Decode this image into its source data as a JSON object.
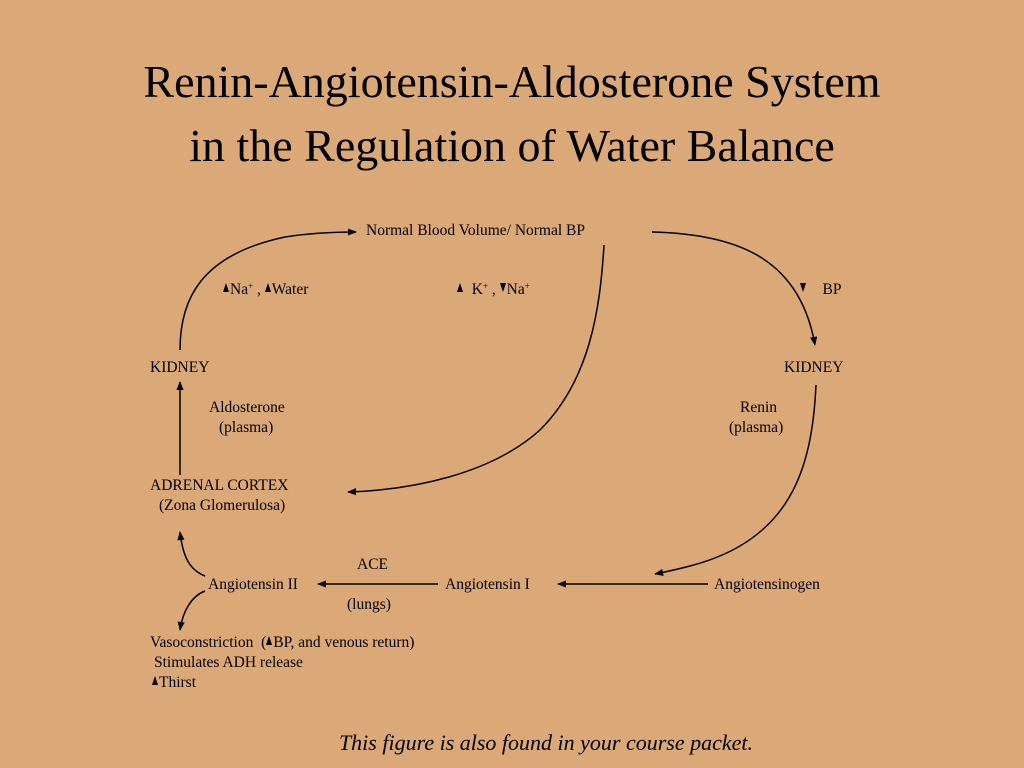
{
  "title": {
    "line1": "Renin-Angiotensin-Aldosterone System",
    "line2": "in the Regulation of Water Balance"
  },
  "nodes": {
    "normal_bp": "Normal Blood Volume/ Normal BP",
    "na_label": "Na",
    "na_charge": "+",
    "comma": ",",
    "water": "Water",
    "k_label": "K",
    "k_charge": "+",
    "na2_label": "Na",
    "na2_charge": "+",
    "bp": "BP",
    "kidney_left": "KIDNEY",
    "kidney_right": "KIDNEY",
    "aldosterone": "Aldosterone",
    "aldosterone_plasma": "(plasma)",
    "renin": "Renin",
    "renin_plasma": "(plasma)",
    "adrenal_cortex": "ADRENAL CORTEX",
    "zona": "(Zona Glomerulosa)",
    "ace": "ACE",
    "angiotensin_ii": "Angiotensin II",
    "angiotensin_i": "Angiotensin I",
    "angiotensinogen": "Angiotensinogen",
    "lungs": "(lungs)",
    "vaso_prefix": "Vasoconstriction  (",
    "vaso_suffix": "BP, and venous return)",
    "adh": "Stimulates ADH release",
    "thirst": "Thirst"
  },
  "footnote": "This figure is also found in your course packet."
}
